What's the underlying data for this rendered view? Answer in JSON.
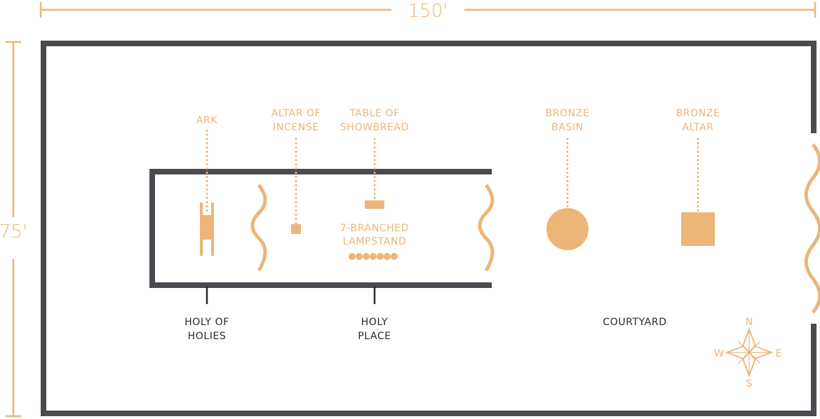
{
  "dimensions": {
    "width": "150'",
    "height": "75'"
  },
  "labels": {
    "ark": "ARK",
    "altar_incense": [
      "ALTAR OF",
      "INCENSE"
    ],
    "table_showbread": [
      "TABLE OF",
      "SHOWBREAD"
    ],
    "lampstand": [
      "7-BRANCHED",
      "LAMPSTAND"
    ],
    "bronze_basin": [
      "BRONZE",
      "BASIN"
    ],
    "bronze_altar": [
      "BRONZE",
      "ALTAR"
    ],
    "holy_of_holies": [
      "HOLY OF",
      "HOLIES"
    ],
    "holy_place": [
      "HOLY",
      "PLACE"
    ],
    "courtyard": "COURTYARD"
  },
  "compass": {
    "n": "N",
    "s": "S",
    "e": "E",
    "w": "W"
  },
  "colors": {
    "accent": "#ebb678",
    "wall": "#4a4a50",
    "text": "#1f1f24"
  }
}
